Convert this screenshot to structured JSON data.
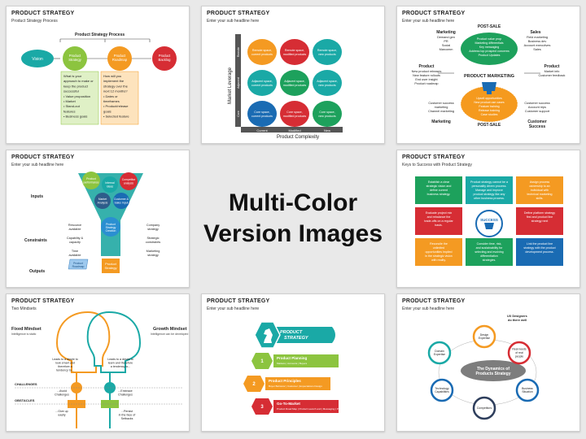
{
  "center": {
    "line1": "Multi-Color",
    "line2": "Version Images"
  },
  "slides": [
    {
      "title": "PRODUCT STRATEGY",
      "subtitle": "Product Strategy Process",
      "header": "Product Strategy Process",
      "nodes": [
        "Vision",
        "Product Strategy",
        "Product Roadmap",
        "Product Backlog"
      ],
      "note_left": [
        "What is your",
        "approach to make or",
        "keep the product",
        "successful",
        "• Value proposition",
        "• Market",
        "• Stand-out",
        "  features",
        "• Business goals"
      ],
      "note_right": [
        "How will you",
        "implement the",
        "strategy over the",
        "next 12 months?",
        "• Dates or",
        "  timeframes",
        "• Product/release",
        "  goals",
        "• Selected feature"
      ]
    },
    {
      "title": "PRODUCT STRATEGY",
      "subtitle": "Enter your sub headline here",
      "ylabel": "Market Leverage",
      "xlabel": "Product Complexity",
      "y_ticks": [
        "Remote",
        "Adjacent",
        "Core"
      ],
      "x_ticks": [
        "Current",
        "Modified",
        "New"
      ],
      "cells": [
        "Remote space, current products",
        "Remote space, modified products",
        "Remote space, new products",
        "Adjacent space, current products",
        "Adjacent space, modified products",
        "Adjacent space, new products",
        "Core space, current products",
        "Core space, modified products",
        "Core space, new products"
      ]
    },
    {
      "title": "PRODUCT STRATEGY",
      "subtitle": "Enter your sub headline here",
      "post_sale": "POST-SALE",
      "center": "PRODUCT MARKETING",
      "marketing_label": "Marketing",
      "sales_label": "Sales",
      "product_label": "Product",
      "customer_success_label": "Customer Success",
      "top_left": [
        "Demand gen",
        "PR",
        "Social",
        "Marcomm"
      ],
      "top_center": [
        "Product value prop",
        "Marketing differentials",
        "Key messaging",
        "Address top prospect concerns",
        "Product Updates"
      ],
      "top_right": [
        "Field marketing",
        "Business dev",
        "Account executives",
        "Sales"
      ],
      "mid_left": [
        "New product releases",
        "New feature rollouts",
        "End user insight",
        "Product roadmap"
      ],
      "mid_right": [
        "Market info",
        "Customer feedback"
      ],
      "bottom_center": [
        "Upsell opportunities",
        "New product use cases",
        "Feature training",
        "Release training",
        "Case studies"
      ],
      "bottom_left": [
        "Customer success",
        "marketing",
        "Channel marketing"
      ],
      "bottom_right": [
        "Customer success",
        "Account reps",
        "Customer support"
      ]
    },
    {
      "title": "PRODUCT STRATEGY",
      "subtitle": "Enter your sub headline here",
      "bubbles": [
        "Product performance",
        "Internal ideas",
        "Competitor analysis",
        "Market Analysis",
        "Customer & Sales Input"
      ],
      "core": "Product Strategy Creation",
      "output": "Product Strategy",
      "inputs": "Inputs",
      "constraints": "Constraints",
      "outputs": "Outputs",
      "left_items": [
        "Resource available",
        "Capability & capacity",
        "Time available"
      ],
      "right_items": [
        "Company strategy",
        "Strategic constraints",
        "Marketing strategy"
      ],
      "doc": "Product Roadmap"
    },
    {
      "title": "PRODUCT STRATEGY",
      "subtitle": "Keys to Success with Product Strategy",
      "center": "SUCCESS",
      "boxes": [
        [
          "Establish a clear",
          "strategic vision and",
          "define current",
          "business strategy."
        ],
        [
          "Product strategy cannot be a",
          "personality driven process.",
          "Manage and improve",
          "product strategy like any",
          "other business process."
        ],
        [
          "Assign process",
          "ownership to an",
          "individual with",
          "technical marketing",
          "skills."
        ],
        [
          "Evaluate project mix",
          "and rebalance the",
          "trade-offs on a regular",
          "basis."
        ],
        [
          "Define platform strategy",
          "first and product line",
          "strategy next"
        ],
        [
          "Reconcile the",
          "unlimited",
          "opportunities implied",
          "in the strategic vision",
          "with reality."
        ],
        [
          "Consider time, risk,",
          "and sustainability for",
          "selecting and evolving",
          "differentiation",
          "strategies."
        ],
        [
          "Link the product line",
          "strategy with the product",
          "development process."
        ]
      ]
    },
    {
      "title": "PRODUCT STRATEGY",
      "subtitle": "Two Mindsets",
      "fixed_title": "Fixed Mindset",
      "fixed_sub": "Intelligence is static",
      "growth_title": "Growth Mindset",
      "growth_sub": "Intelligence can be developed",
      "fixed_text": [
        "Leads to a desire to",
        "look smart and",
        "therefore a",
        "tendency to..."
      ],
      "growth_text": [
        "Leads to a desire to",
        "learn and therefore",
        "a tendency to..."
      ],
      "challenges": "CHALLENGES",
      "obstacles": "OBSTACLES",
      "fixed_c": [
        "...Avoid",
        "Challenges"
      ],
      "growth_c": [
        "...Embrace",
        "Challenges"
      ],
      "fixed_o": [
        "...Give up",
        "easily"
      ],
      "growth_o": [
        "...Persist",
        "in the face of",
        "Setbacks"
      ]
    },
    {
      "title": "PRODUCT STRATEGY",
      "subtitle": "Enter your sub headline here",
      "head": [
        "PRODUCT",
        "STRATEGY"
      ],
      "steps": [
        {
          "num": "1",
          "title": "Product Planning",
          "desc": "Markets | Accounts | Buyers"
        },
        {
          "num": "2",
          "title": "Product Principles",
          "desc": "Buyer Behavior | Customer | Expectations Design"
        },
        {
          "num": "3",
          "title": "Go-To-Market",
          "desc": "Product Road Map | Product Launch and | Messaging | Pricing | Packaging"
        }
      ]
    },
    {
      "title": "PRODUCT STRATEGY",
      "subtitle": "Enter your sub headline here",
      "tag": [
        "UX Designers",
        "do there well"
      ],
      "center": [
        "The Dynamics of",
        "Products Strategy"
      ],
      "circles": [
        "Design Expertise",
        "Real needs of real people",
        "Business Situation",
        "Competitors",
        "Technology Capabilities",
        "Domain Expertise"
      ]
    }
  ]
}
